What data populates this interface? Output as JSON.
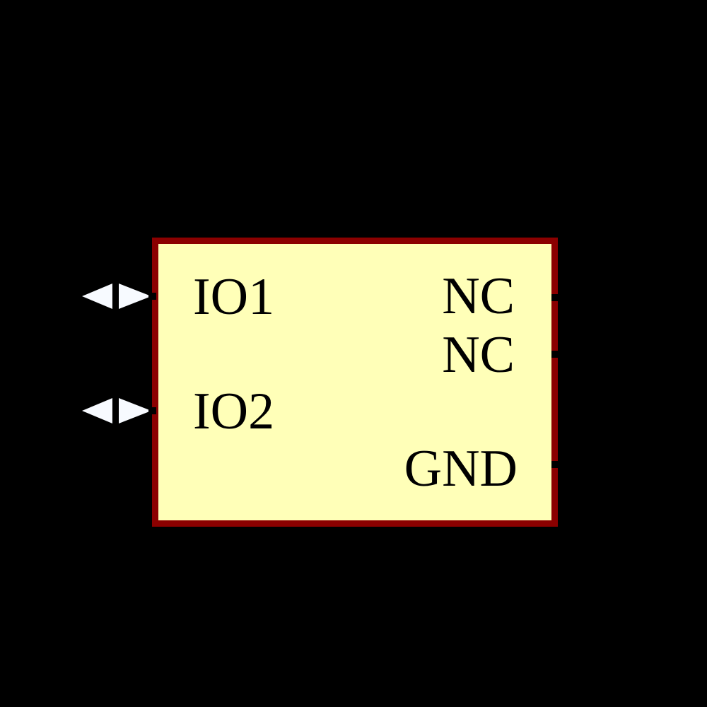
{
  "canvas": {
    "background_color": "#000000"
  },
  "symbol": {
    "body": {
      "fill_color": "#FFFFB8",
      "border_color": "#8B0000"
    },
    "arrow_fill_color": "#F7FAFF",
    "pin_stub_color": "#000000",
    "label_color": "#000000",
    "left_pins": [
      {
        "label": "IO1",
        "type": "bidirectional"
      },
      {
        "label": "IO2",
        "type": "bidirectional"
      }
    ],
    "right_pins": [
      {
        "label": "NC"
      },
      {
        "label": "NC"
      },
      {
        "label": "GND"
      }
    ]
  }
}
